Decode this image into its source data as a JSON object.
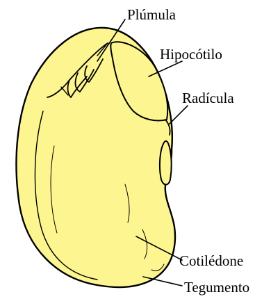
{
  "labels": {
    "plumula": "Plúmula",
    "hipocotilo": "Hipocótilo",
    "radicula": "Radícula",
    "cotiledone": "Cotilédone",
    "tegumento": "Tegumento"
  },
  "colors": {
    "seed_fill": "#fdf590",
    "outline": "#000000",
    "background": "#ffffff"
  }
}
